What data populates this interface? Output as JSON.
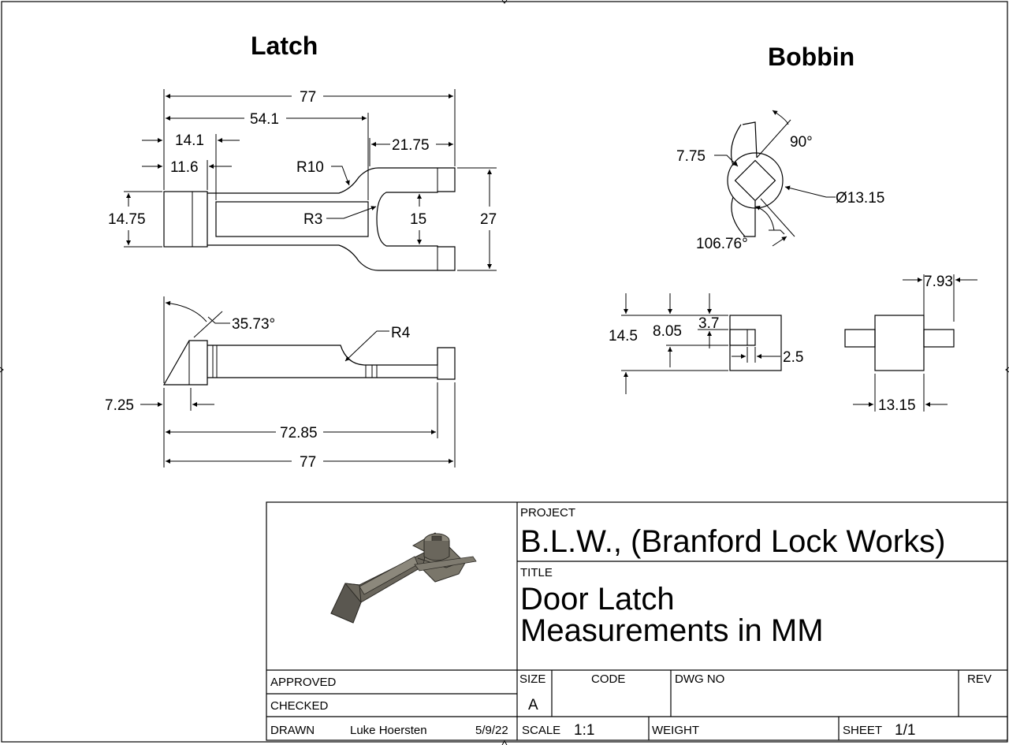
{
  "views": {
    "latch_title": "Latch",
    "bobbin_title": "Bobbin"
  },
  "latch_top": {
    "overall_length": "77",
    "slot_length": "54.1",
    "fork_length": "21.75",
    "head_14_1": "14.1",
    "head_11_6": "11.6",
    "fillet_r10": "R10",
    "fillet_r3": "R3",
    "head_height": "14.75",
    "fork_gap": "15",
    "overall_height": "27"
  },
  "latch_side": {
    "angle": "35.73°",
    "fillet_r4": "R4",
    "tip_7_25": "7.25",
    "length_72_85": "72.85",
    "overall_length": "77"
  },
  "bobbin_top": {
    "angle_90": "90°",
    "square_7_75": "7.75",
    "diameter": "Ø13.15",
    "angle_106": "106.76°"
  },
  "bobbin_side": {
    "height_14_5": "14.5",
    "height_8_05": "8.05",
    "height_3_7": "3.7",
    "width_2_5": "2.5"
  },
  "bobbin_front": {
    "width_7_93": "7.93",
    "width_13_15": "13.15"
  },
  "title_block": {
    "project_label": "PROJECT",
    "project_value": "B.L.W., (Branford Lock Works)",
    "title_label": "TITLE",
    "title_line1": "Door Latch",
    "title_line2": "Measurements in MM",
    "approved_label": "APPROVED",
    "checked_label": "CHECKED",
    "drawn_label": "DRAWN",
    "drawn_by": "Luke Hoersten",
    "drawn_date": "5/9/22",
    "size_label": "SIZE",
    "size_value": "A",
    "code_label": "CODE",
    "dwg_no_label": "DWG NO",
    "rev_label": "REV",
    "scale_label": "SCALE",
    "scale_value": "1:1",
    "weight_label": "WEIGHT",
    "sheet_label": "SHEET",
    "sheet_value": "1/1"
  }
}
